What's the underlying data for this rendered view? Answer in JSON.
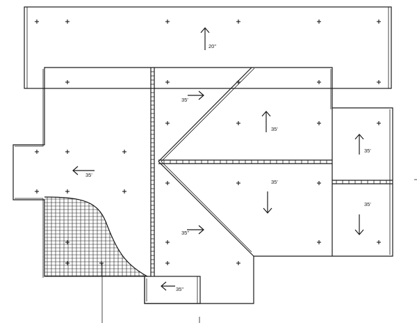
{
  "roof_plan": {
    "slope_labels": {
      "top_band": "20\"",
      "upper_mid": "35'",
      "upper_right_center": "35'",
      "right_top": "35'",
      "left_wing": "35'",
      "lower_center": "35'",
      "right_bottom": "35'",
      "lower_mid": "35\"",
      "bottom_box": "35\""
    },
    "line_color": "#1a1a1a",
    "hatch_color": "#1a1a1a"
  }
}
